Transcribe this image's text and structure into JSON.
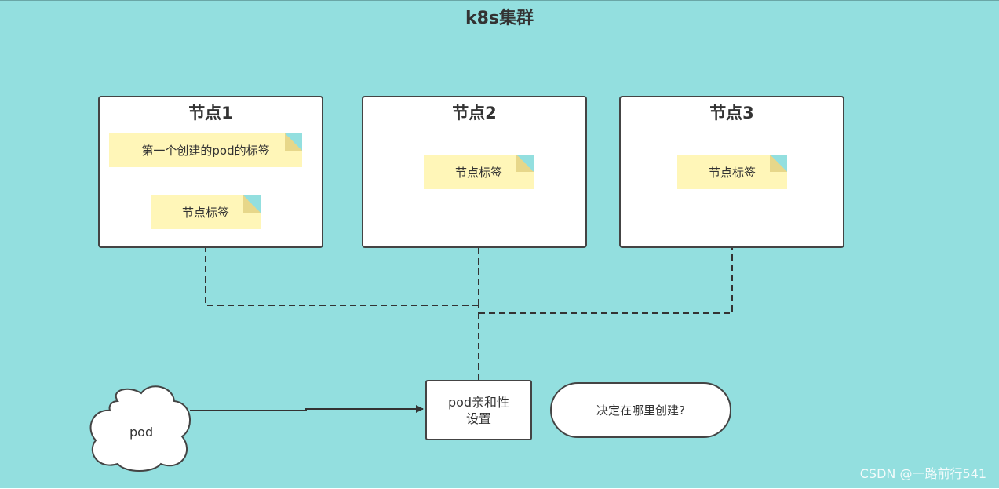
{
  "title": "k8s集群",
  "nodes": [
    {
      "title": "节点1",
      "notes": [
        "第一个创建的pod的标签",
        "节点标签"
      ]
    },
    {
      "title": "节点2",
      "notes": [
        "节点标签"
      ]
    },
    {
      "title": "节点3",
      "notes": [
        "节点标签"
      ]
    }
  ],
  "pod_label": "pod",
  "affinity_label_line1": "pod亲和性",
  "affinity_label_line2": "设置",
  "decision_label": "决定在哪里创建?",
  "watermark": "CSDN @一路前行541",
  "colors": {
    "background": "#93dfdf",
    "note_fill": "#fff6b8",
    "node_fill": "#ffffff",
    "stroke": "#444444"
  }
}
